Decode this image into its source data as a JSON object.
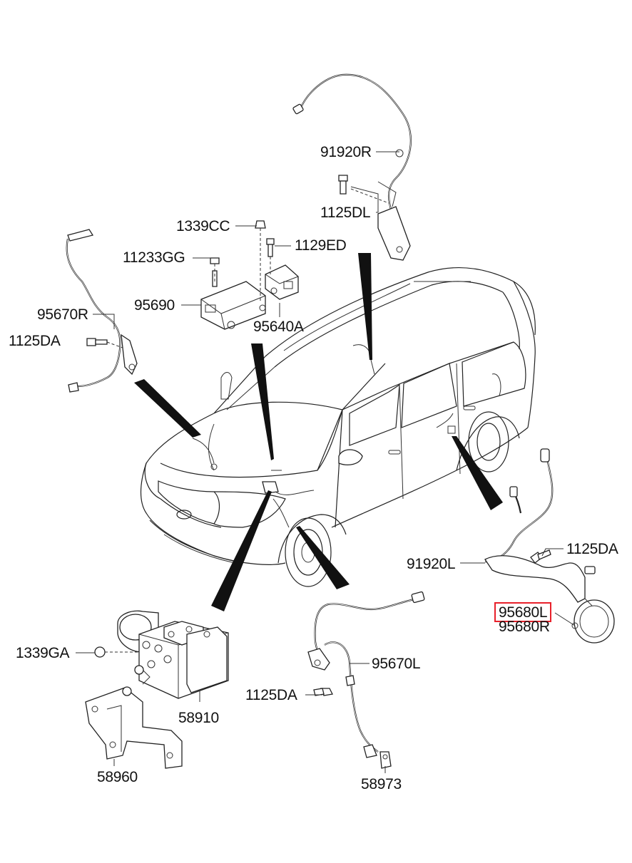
{
  "labels": {
    "p91920R": "91920R",
    "p1125DL": "1125DL",
    "p1339CC": "1339CC",
    "p1129ED": "1129ED",
    "p11233GG": "11233GG",
    "p95690": "95690",
    "p95640A": "95640A",
    "p95670R": "95670R",
    "p1125DA_left": "1125DA",
    "p1125DA_right": "1125DA",
    "p91920L": "91920L",
    "p95680L": "95680L",
    "p95680R": "95680R",
    "p1339GA": "1339GA",
    "p58910": "58910",
    "p58960": "58960",
    "p95670L": "95670L",
    "p1125DA_bottom": "1125DA",
    "p58973": "58973"
  },
  "highlight": {
    "part": "95680L",
    "color": "#e8202a"
  }
}
